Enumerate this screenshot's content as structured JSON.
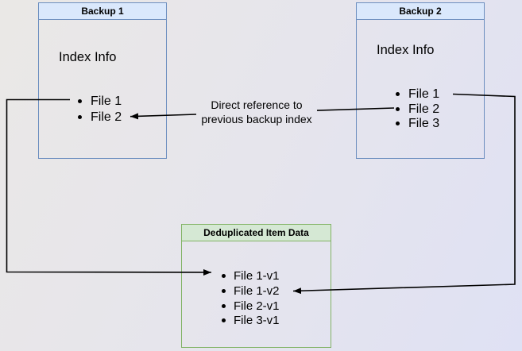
{
  "diagram": {
    "nodes": {
      "backup1": {
        "title": "Backup 1",
        "subtitle": "Index Info",
        "items": [
          "File 1",
          "File 2"
        ]
      },
      "backup2": {
        "title": "Backup 2",
        "subtitle": "Index Info",
        "items": [
          "File 1",
          "File 2",
          "File 3"
        ]
      },
      "dedup": {
        "title": "Deduplicated Item Data",
        "items": [
          "File 1-v1",
          "File 1-v2",
          "File 2-v1",
          "File 3-v1"
        ]
      }
    },
    "annotation": {
      "line1": "Direct reference to",
      "line2": "previous backup index"
    },
    "colors": {
      "backup_header_fill": "#dae8fc",
      "backup_border": "#6c8ebf",
      "dedup_header_fill": "#d5e8d4",
      "dedup_border": "#82b366",
      "arrow": "#000000",
      "background_top_left": "#eae8e6",
      "background_bottom_right": "#dfe1f4"
    }
  }
}
